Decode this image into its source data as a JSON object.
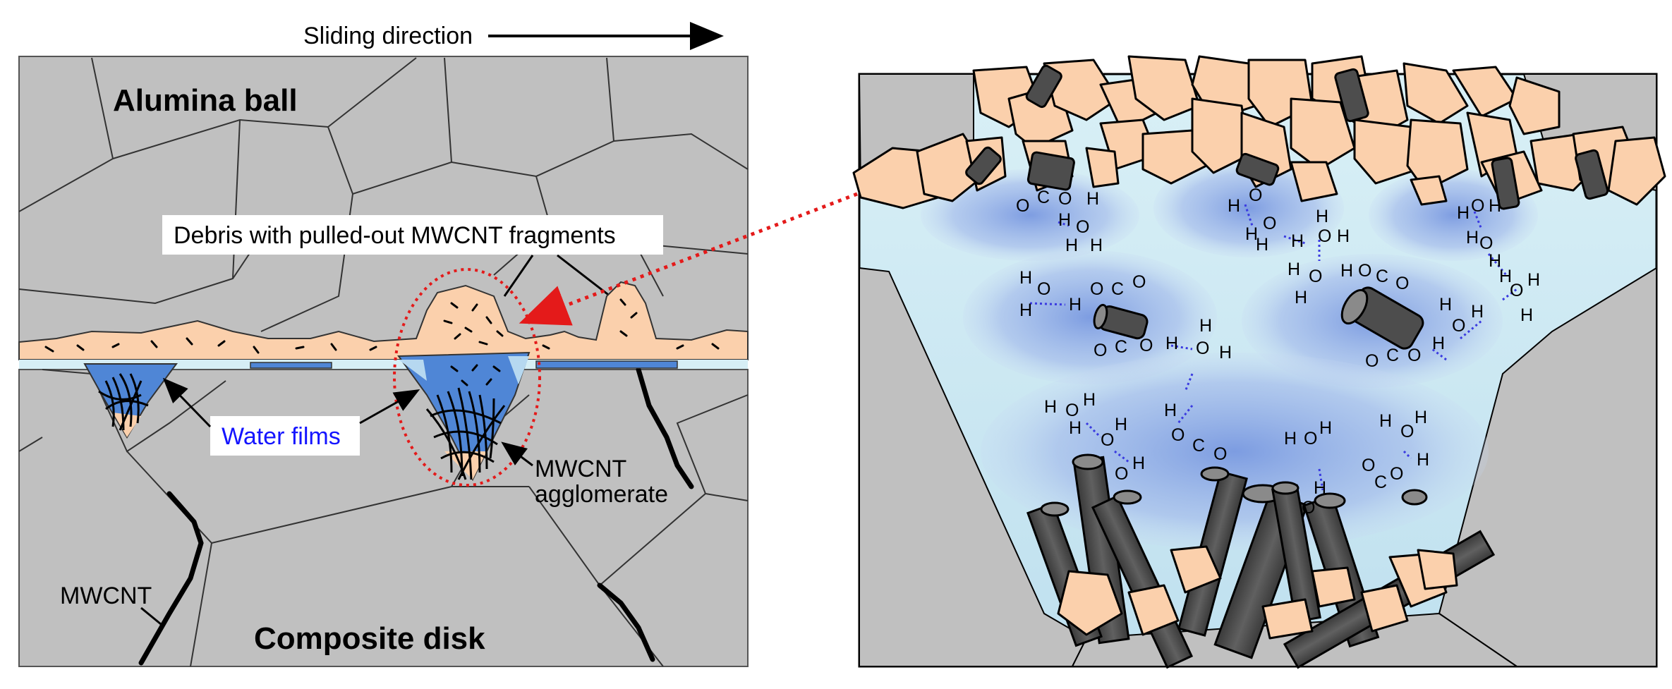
{
  "left_panel": {
    "sliding_direction": "Sliding direction",
    "alumina_ball": "Alumina ball",
    "debris_label": "Debris with pulled-out MWCNT fragments",
    "water_films": "Water films",
    "agglomerate_line1": "MWCNT",
    "agglomerate_line2": "agglomerate",
    "mwcnt": "MWCNT",
    "composite_disk": "Composite disk"
  },
  "chemistry": {
    "oxygen": "O",
    "hydrogen": "H",
    "carbon": "C"
  },
  "colors": {
    "grain_gray": "#c0c0c0",
    "debris_peach": "#fbd0ac",
    "water_blue": "#4f86d6",
    "water_light": "#d6eef5",
    "cnt_dark": "#4d4d4d",
    "zoom_arrow": "#e41a1a",
    "label_blue": "#1414ff"
  }
}
